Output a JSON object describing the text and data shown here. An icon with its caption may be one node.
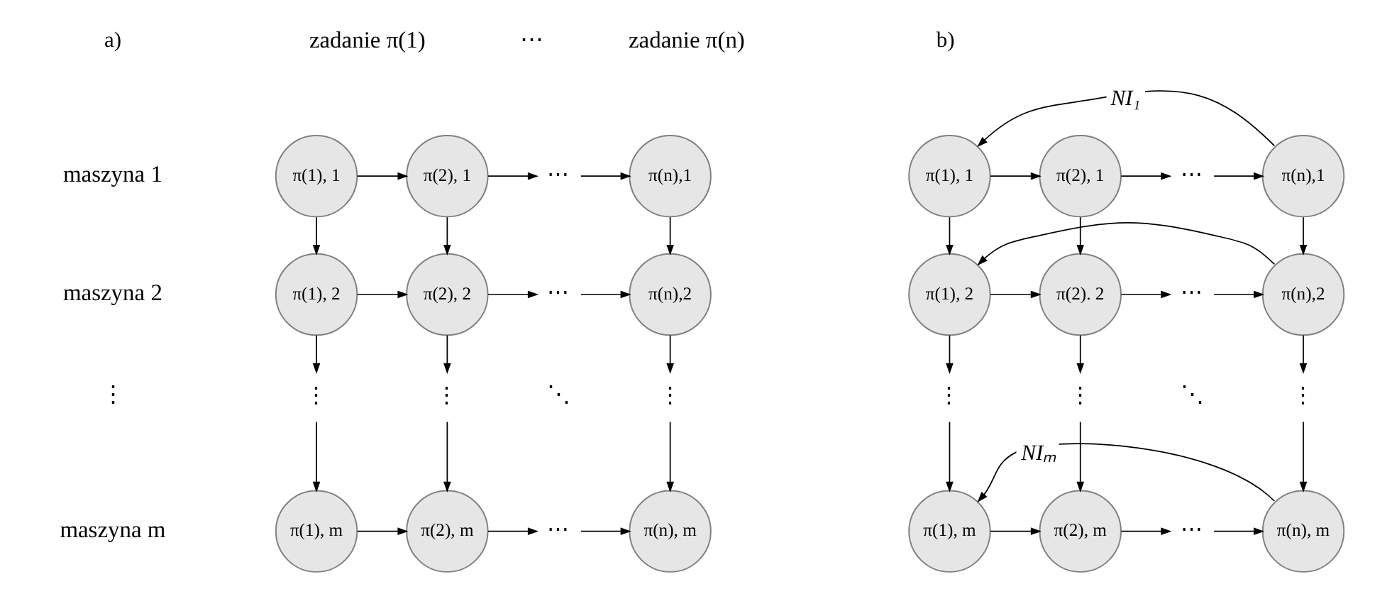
{
  "diagram": {
    "nodes": [
      {
        "text": [
          "π(1), 1"
        ]
      },
      {
        "text": [
          "π(2), 1"
        ]
      },
      {
        "text": [
          "⋯"
        ]
      },
      {
        "text": [
          "π(n),1"
        ]
      },
      {
        "text": [
          "π(1), 2"
        ]
      },
      {
        "text": [
          "π(2), 2"
        ]
      },
      {
        "text": [
          "⋯"
        ]
      },
      {
        "text": [
          "π(n),2"
        ]
      },
      {
        "text": [
          "⋮"
        ]
      },
      {
        "text": [
          "⋮"
        ]
      },
      {
        "text": [
          "⋮"
        ]
      },
      {
        "text": [
          "π(1), m"
        ]
      },
      {
        "text": [
          "π(2), m"
        ]
      },
      {
        "text": [
          "⋯"
        ]
      },
      {
        "text": [
          "π(n), m"
        ]
      },
      {
        "text": [
          "π(1), 1"
        ]
      },
      {
        "text": [
          "π(2), 1"
        ]
      },
      {
        "text": [
          "⋯"
        ]
      },
      {
        "text": [
          "π(n),1"
        ]
      },
      {
        "text": [
          "π(1), 2"
        ]
      },
      {
        "text": [
          "π(2). 2"
        ]
      },
      {
        "text": [
          "⋯"
        ]
      },
      {
        "text": [
          "π(n),2"
        ]
      },
      {
        "text": [
          "⋮"
        ]
      },
      {
        "text": [
          "⋮"
        ]
      },
      {
        "text": [
          "⋮"
        ]
      },
      {
        "text": [
          "π(1), m"
        ]
      },
      {
        "text": [
          "π(2), m"
        ]
      },
      {
        "text": [
          "⋯"
        ]
      },
      {
        "text": [
          "π(n), m"
        ]
      }
    ],
    "edges": [
      {
        "from": 0,
        "to": 1,
        "arrow": "to"
      },
      {
        "from": 1,
        "to": 2,
        "arrow": "to"
      },
      {
        "from": 2,
        "to": 3,
        "arrow": "to"
      },
      {
        "from": 0,
        "to": 4,
        "arrow": "to"
      },
      {
        "from": 1,
        "to": 5,
        "arrow": "to"
      },
      {
        "from": 3,
        "to": 7,
        "arrow": "to"
      },
      {
        "from": 4,
        "to": 5,
        "arrow": "to"
      },
      {
        "from": 5,
        "to": 6,
        "arrow": "to"
      },
      {
        "from": 6,
        "to": 7,
        "arrow": "to"
      },
      {
        "from": 4,
        "to": 8,
        "arrow": "to"
      },
      {
        "from": 5,
        "to": 9,
        "arrow": "to"
      },
      {
        "from": 7,
        "to": 10,
        "arrow": "to"
      },
      {
        "from": 8,
        "to": 11,
        "arrow": "to"
      },
      {
        "from": 9,
        "to": 12,
        "arrow": "to"
      },
      {
        "from": 10,
        "to": 14,
        "arrow": "to"
      },
      {
        "from": 11,
        "to": 12,
        "arrow": "to"
      },
      {
        "from": 12,
        "to": 13,
        "arrow": "to"
      },
      {
        "from": 13,
        "to": 14,
        "arrow": "to"
      },
      {
        "from": 15,
        "to": 16,
        "arrow": "to"
      },
      {
        "from": 16,
        "to": 17,
        "arrow": "to"
      },
      {
        "from": 17,
        "to": 18,
        "arrow": "to"
      },
      {
        "from": 15,
        "to": 19,
        "arrow": "to"
      },
      {
        "from": 16,
        "to": 20,
        "arrow": "to"
      },
      {
        "from": 18,
        "to": 22,
        "arrow": "to"
      },
      {
        "from": 19,
        "to": 20,
        "arrow": "to"
      },
      {
        "from": 20,
        "to": 21,
        "arrow": "to"
      },
      {
        "from": 21,
        "to": 22,
        "arrow": "to"
      },
      {
        "from": 19,
        "to": 23,
        "arrow": "to"
      },
      {
        "from": 20,
        "to": 24,
        "arrow": "to"
      },
      {
        "from": 22,
        "to": 25,
        "arrow": "to"
      },
      {
        "from": 23,
        "to": 26,
        "arrow": "to"
      },
      {
        "from": 24,
        "to": 27,
        "arrow": "to"
      },
      {
        "from": 25,
        "to": 29,
        "arrow": "to"
      },
      {
        "from": 26,
        "to": 27,
        "arrow": "to"
      },
      {
        "from": 27,
        "to": 28,
        "arrow": "to"
      },
      {
        "from": 28,
        "to": 29,
        "arrow": "to"
      },
      {
        "from": 18,
        "to": 15,
        "arrow": "to",
        "label": "NI₁"
      },
      {
        "from": 22,
        "to": 19,
        "arrow": "to"
      },
      {
        "from": 29,
        "to": 26,
        "arrow": "to",
        "label": "NIₘ"
      }
    ],
    "labels": [
      "a)",
      "zadanie π(1)",
      "⋯",
      "zadanie π(n)",
      "b)",
      "maszyna 1",
      "maszyna 2",
      "⋮",
      "⋱",
      "⋱",
      "maszyna m"
    ]
  }
}
